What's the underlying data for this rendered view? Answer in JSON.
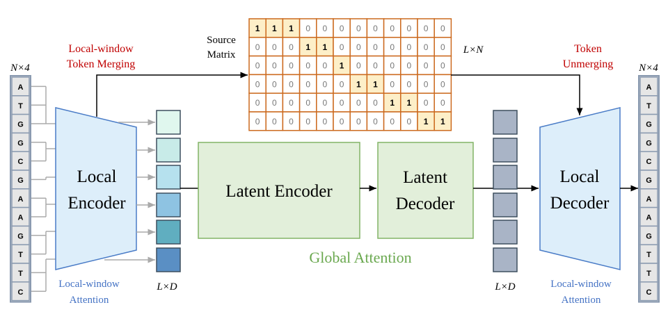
{
  "left_sequence": {
    "label": "N×4",
    "bases": [
      "A",
      "T",
      "G",
      "G",
      "C",
      "G",
      "A",
      "A",
      "G",
      "T",
      "T",
      "C"
    ]
  },
  "right_sequence": {
    "label": "N×4",
    "bases": [
      "A",
      "T",
      "G",
      "G",
      "C",
      "G",
      "A",
      "A",
      "G",
      "T",
      "T",
      "C"
    ]
  },
  "local_encoder": {
    "line1": "Local",
    "line2": "Encoder",
    "caption1": "Local-window",
    "caption2": "Attention"
  },
  "local_decoder": {
    "line1": "Local",
    "line2": "Decoder",
    "caption1": "Local-window",
    "caption2": "Attention"
  },
  "merging_label": {
    "line1": "Local-window",
    "line2": "Token Merging"
  },
  "unmerging_label": {
    "line1": "Token",
    "line2": "Unmerging"
  },
  "source_matrix": {
    "label1": "Source",
    "label2": "Matrix",
    "dims": "L×N",
    "rows": [
      [
        1,
        1,
        1,
        0,
        0,
        0,
        0,
        0,
        0,
        0,
        0,
        0
      ],
      [
        0,
        0,
        0,
        1,
        1,
        0,
        0,
        0,
        0,
        0,
        0,
        0
      ],
      [
        0,
        0,
        0,
        0,
        0,
        1,
        0,
        0,
        0,
        0,
        0,
        0
      ],
      [
        0,
        0,
        0,
        0,
        0,
        0,
        1,
        1,
        0,
        0,
        0,
        0
      ],
      [
        0,
        0,
        0,
        0,
        0,
        0,
        0,
        0,
        1,
        1,
        0,
        0
      ],
      [
        0,
        0,
        0,
        0,
        0,
        0,
        0,
        0,
        0,
        0,
        1,
        1
      ]
    ]
  },
  "latent_encoder": {
    "label": "Latent Encoder"
  },
  "latent_decoder": {
    "line1": "Latent",
    "line2": "Decoder"
  },
  "global_attention": "Global Attention",
  "encoder_tokens": {
    "dims": "L×D",
    "colors": [
      "#e0f7ee",
      "#c8ebe8",
      "#b6e1ee",
      "#8ec3e2",
      "#60aec0",
      "#5a8fc4"
    ]
  },
  "decoder_tokens": {
    "dims": "L×D",
    "color": "#a9b4c6"
  },
  "colors": {
    "red": "#c00000",
    "blue": "#4472c4",
    "green": "#6aa84f",
    "matrix_border": "#cc6a1e",
    "matrix_highlight": "#fdefc8"
  }
}
